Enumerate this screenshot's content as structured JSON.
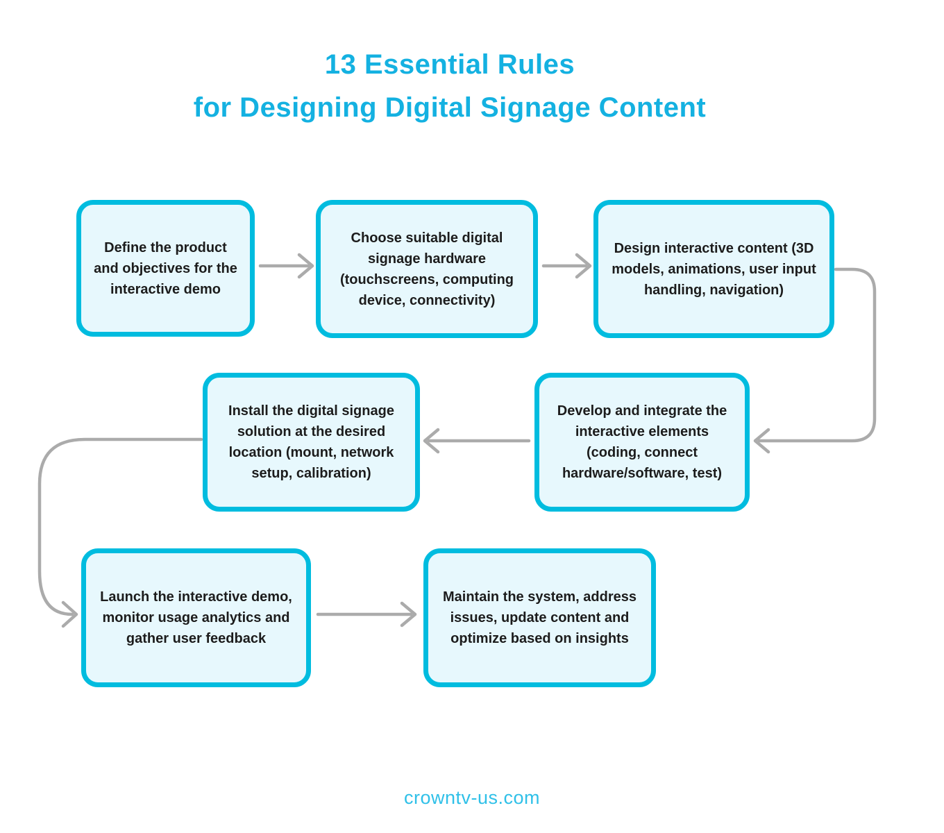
{
  "title": {
    "line1": "13 Essential Rules",
    "line2": "for Designing Digital Signage Content"
  },
  "flowchart": {
    "steps": [
      {
        "id": 1,
        "label": "Define the product and objectives for the interactive demo"
      },
      {
        "id": 2,
        "label": "Choose suitable digital signage hardware (touchscreens, computing device, connectivity)"
      },
      {
        "id": 3,
        "label": "Design interactive content (3D models, animations, user input handling, navigation)"
      },
      {
        "id": 4,
        "label": "Develop and integrate the interactive elements (coding, connect hardware/software, test)"
      },
      {
        "id": 5,
        "label": "Install the digital signage solution at the desired location (mount, network setup, calibration)"
      },
      {
        "id": 6,
        "label": "Launch the interactive demo, monitor usage analytics and gather user feedback"
      },
      {
        "id": 7,
        "label": "Maintain the system, address issues, update content and optimize based on insights"
      }
    ],
    "connections": [
      {
        "from": 1,
        "to": 2,
        "type": "straight-right"
      },
      {
        "from": 2,
        "to": 3,
        "type": "straight-right"
      },
      {
        "from": 3,
        "to": 4,
        "type": "curve-right-down-left"
      },
      {
        "from": 4,
        "to": 5,
        "type": "straight-left"
      },
      {
        "from": 5,
        "to": 6,
        "type": "curve-left-down-right"
      },
      {
        "from": 6,
        "to": 7,
        "type": "straight-right"
      }
    ]
  },
  "footer": {
    "website": "crowntv-us.com"
  },
  "colors": {
    "title_accent": "#14b1e1",
    "box_border": "#00bcdf",
    "box_fill": "#e7f8fd",
    "box_text": "#1c1c1c",
    "arrow": "#ababab",
    "footer_text": "#2fc0e8",
    "background": "#ffffff"
  }
}
